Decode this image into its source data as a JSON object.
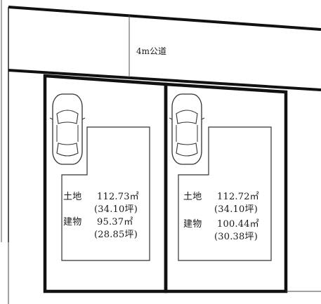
{
  "road": {
    "label": "4m公道"
  },
  "lots": [
    {
      "land_label": "土地",
      "land_area": "112.73㎡",
      "land_tsubo": "(34.10坪)",
      "building_label": "建物",
      "building_area": "95.37㎡",
      "building_tsubo": "(28.85坪)"
    },
    {
      "land_label": "土地",
      "land_area": "112.72㎡",
      "land_tsubo": "(34.10坪)",
      "building_label": "建物",
      "building_area": "100.44㎡",
      "building_tsubo": "(30.38坪)"
    }
  ]
}
